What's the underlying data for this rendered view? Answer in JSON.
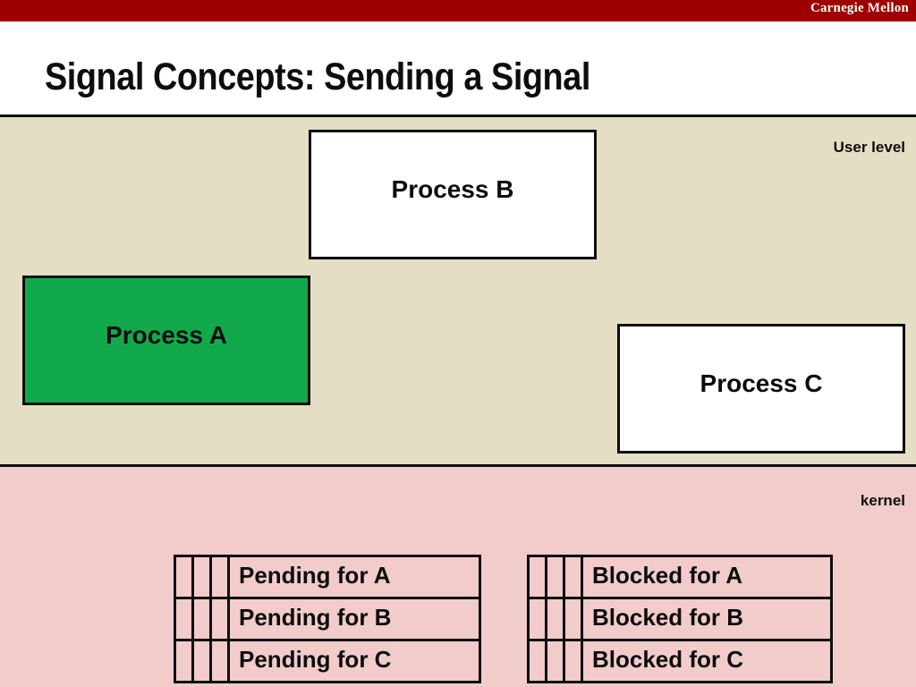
{
  "banner": {
    "brand": "Carnegie Mellon",
    "color": "#9E0000"
  },
  "slide": {
    "title": "Signal Concepts: Sending a Signal"
  },
  "diagram": {
    "user_region": {
      "label": "User level",
      "color": "#E4DEC5",
      "processes": [
        {
          "name": "process-b",
          "label": "Process B",
          "color": "#FFFFFF"
        },
        {
          "name": "process-a",
          "label": "Process A",
          "color": "#12A94D"
        },
        {
          "name": "process-c",
          "label": "Process C",
          "color": "#FFFFFF"
        }
      ]
    },
    "kernel_region": {
      "label": "kernel",
      "color": "#F2CBCB",
      "tables": [
        {
          "name": "pending-table",
          "rows": [
            {
              "label": "Pending for A",
              "slots": [
                "",
                "",
                ""
              ]
            },
            {
              "label": "Pending for B",
              "slots": [
                "",
                "",
                ""
              ]
            },
            {
              "label": "Pending for C",
              "slots": [
                "",
                "",
                ""
              ]
            }
          ]
        },
        {
          "name": "blocked-table",
          "rows": [
            {
              "label": "Blocked for A",
              "slots": [
                "",
                "",
                ""
              ]
            },
            {
              "label": "Blocked for B",
              "slots": [
                "",
                "",
                ""
              ]
            },
            {
              "label": "Blocked for C",
              "slots": [
                "",
                "",
                ""
              ]
            }
          ]
        }
      ]
    }
  }
}
